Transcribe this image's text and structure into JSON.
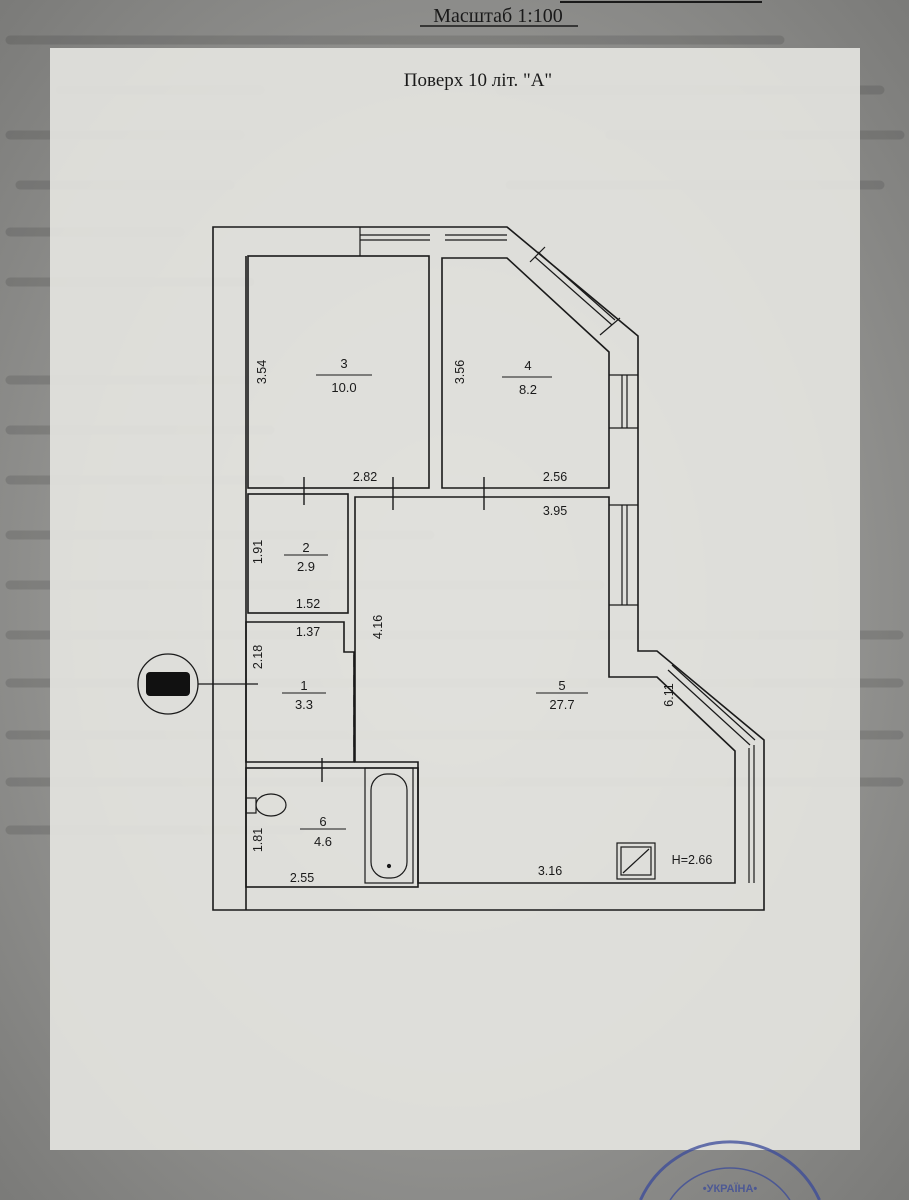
{
  "header": {
    "scale": "Масштаб 1:100",
    "floor_title": "Поверх 10 літ. \"А\""
  },
  "rooms": [
    {
      "number": "1",
      "area": "3.3"
    },
    {
      "number": "2",
      "area": "2.9"
    },
    {
      "number": "3",
      "area": "10.0"
    },
    {
      "number": "4",
      "area": "8.2"
    },
    {
      "number": "5",
      "area": "27.7"
    },
    {
      "number": "6",
      "area": "4.6"
    }
  ],
  "dimensions": {
    "room3_height": "3.54",
    "room3_width": "2.82",
    "room4_height": "3.56",
    "room4_width": "2.56",
    "room5_top_width": "3.95",
    "room5_height_left": "4.16",
    "room5_height_right": "6.11",
    "room5_bottom_width": "3.16",
    "room2_height": "1.91",
    "room2_width": "1.52",
    "room1_width": "1.37",
    "room1_height": "2.18",
    "room6_height": "1.81",
    "room6_width": "2.55"
  },
  "ceiling_height": "H=2.66",
  "apartment_marker": "redacted",
  "stamp_text": "УКРАЇНА",
  "colors": {
    "paper": "#e6e6e2",
    "background": "#8e8e8c",
    "ink": "#1a1a1a"
  }
}
